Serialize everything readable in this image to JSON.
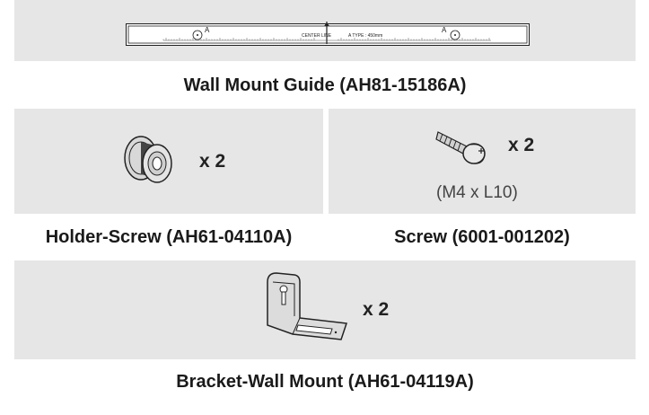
{
  "wall_mount_guide": {
    "caption": "Wall Mount Guide (AH81-15186A)",
    "center_label": "CENTER LINE",
    "type_label": "A TYPE : 450mm",
    "marker_label": "A"
  },
  "holder_screw": {
    "caption": "Holder-Screw (AH61-04110A)",
    "quantity": "x 2"
  },
  "screw": {
    "caption": "Screw (6001-001202)",
    "quantity": "x 2",
    "spec": "(M4 x L10)"
  },
  "bracket": {
    "caption": "Bracket-Wall Mount (AH61-04119A)",
    "quantity": "x 2"
  }
}
